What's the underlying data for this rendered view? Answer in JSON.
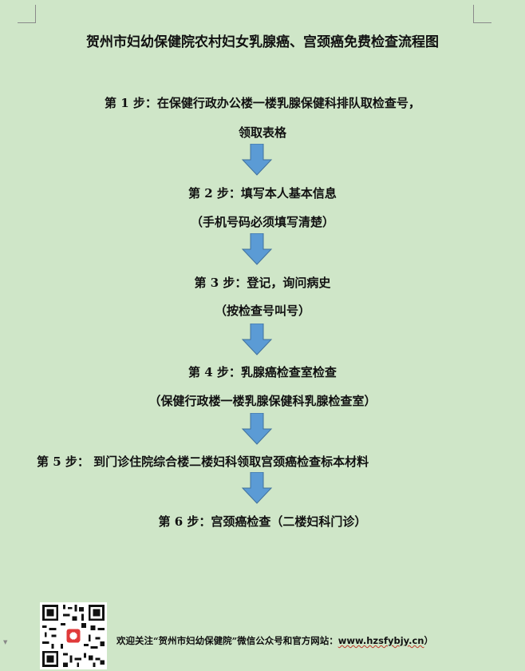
{
  "title": "贺州市妇幼保健院农村妇女乳腺癌、宫颈癌免费检查流程图",
  "steps": {
    "s1_line1": "第 1 步：在保健行政办公楼一楼乳腺保健科排队取检查号，",
    "s1_line2": "领取表格",
    "s2_line1": "第 2 步：填写本人基本信息",
    "s2_line2": "（手机号码必须填写清楚）",
    "s3_line1": "第 3 步：登记，询问病史",
    "s3_line2": "（按检查号叫号）",
    "s4_line1": "第 4 步：乳腺癌检查室检查",
    "s4_line2": "（保健行政楼一楼乳腺保健科乳腺检查室）",
    "s5_line1": "第 5 步：  到门诊住院综合楼二楼妇科领取宫颈癌检查标本材料",
    "s6_line1": "第 6 步：宫颈癌检查（二楼妇科门诊）"
  },
  "footer": {
    "text": "欢迎关注“贺州市妇幼保健院”微信公众号和官方网站：",
    "url": "www.hzsfybjy.cn",
    "close": "）"
  },
  "colors": {
    "background": "#cfe6c8",
    "arrow": "#5b9bd5",
    "arrow_stroke": "#41719c"
  }
}
